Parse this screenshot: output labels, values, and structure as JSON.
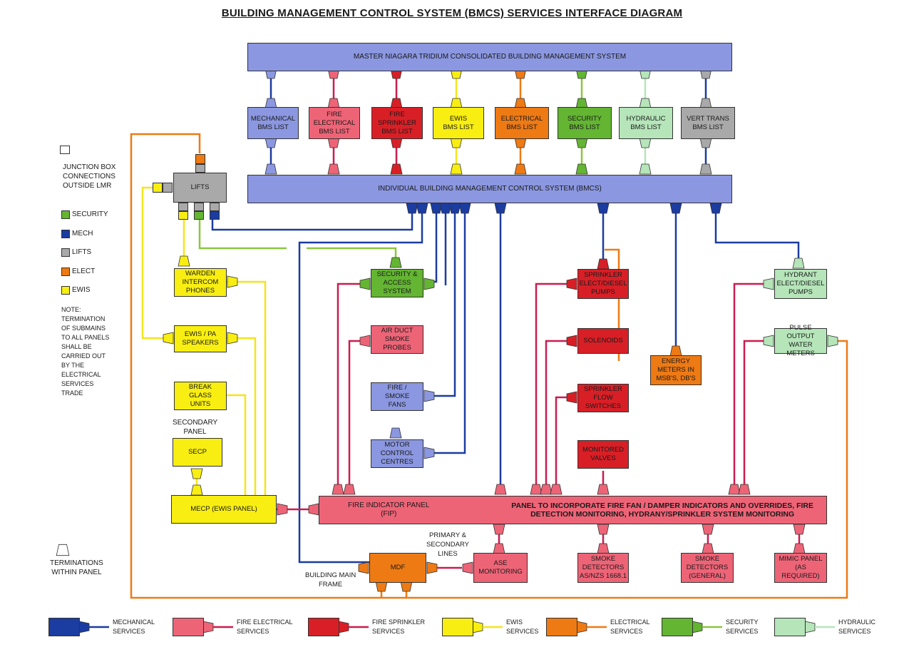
{
  "title": "BUILDING MANAGEMENT CONTROL SYSTEM (BMCS) SERVICES INTERFACE DIAGRAM",
  "colors": {
    "mech_box": "#8b97e0",
    "mech_line": "#1b3ca0",
    "fire_elec": "#ee6477",
    "fire_elec_line": "#cc1c4f",
    "fire_spr": "#d91f26",
    "ewis": "#f8ee12",
    "ewis_line": "#f5e51b",
    "elect": "#ee7a14",
    "security": "#63b532",
    "security_line": "#8bc63f",
    "hydraulic": "#b5e5b9",
    "lifts": "#a9a9a9",
    "bar": "#8b97e0"
  },
  "nodes": {
    "master": "MASTER NIAGARA TRIDIUM CONSOLIDATED BUILDING MANAGEMENT SYSTEM",
    "bmcs": "INDIVIDUAL BUILDING MANAGEMENT CONTROL SYSTEM (BMCS)",
    "lists": [
      {
        "text": "MECHANICAL\nBMS LIST",
        "color_key": "mech_box"
      },
      {
        "text": "FIRE\nELECTRICAL\nBMS LIST",
        "color_key": "fire_elec"
      },
      {
        "text": "FIRE\nSPRINKLER\nBMS LIST",
        "color_key": "fire_spr"
      },
      {
        "text": "EWIS\nBMS LIST",
        "color_key": "ewis"
      },
      {
        "text": "ELECTRICAL\nBMS LIST",
        "color_key": "elect"
      },
      {
        "text": "SECURITY\nBMS LIST",
        "color_key": "security"
      },
      {
        "text": "HYDRAULIC\nBMS LIST",
        "color_key": "hydraulic"
      },
      {
        "text": "VERT TRANS\nBMS LIST",
        "color_key": "lifts"
      }
    ],
    "lifts": "LIFTS",
    "warden": "WARDEN\nINTERCOM\nPHONES",
    "ewis_pa": "EWIS / PA\nSPEAKERS",
    "break_glass": "BREAK\nGLASS\nUNITS",
    "secondary_panel": "SECONDARY\nPANEL",
    "secp": "SECP",
    "mecp": "MECP (EWIS PANEL)",
    "security_access": "SECURITY &\nACCESS\nSYSTEM",
    "air_duct": "AIR DUCT\nSMOKE\nPROBES",
    "fire_smoke_fans": "FIRE /\nSMOKE\nFANS",
    "motor_control": "MOTOR\nCONTROL\nCENTRES",
    "sprinkler_pumps": "SPRINKLER\nELECT/DIESEL\nPUMPS",
    "solenoids": "SOLENOIDS",
    "sprinkler_flow": "SPRINKLER\nFLOW\nSWITCHES",
    "monitored_valves": "MONITORED\nVALVES",
    "energy_meters": "ENERGY\nMETERS IN\nMSB's, DB'S",
    "hydrant_pumps": "HYDRANT\nELECT/DIESEL\nPUMPS",
    "pulse_meters": "PULSE OUTPUT\nWATER METERS",
    "fip": "FIRE INDICATOR PANEL\n(FIP)",
    "panel_desc": "PANEL TO INCORPORATE FIRE FAN / DAMPER INDICATORS AND OVERRIDES, FIRE\nDETECTION MONITORING, HYDRANY/SPRINKLER SYSTEM MONITORING",
    "mdf": "MDF",
    "building_main_frame": "BUILDING MAIN\nFRAME",
    "primary_secondary": "PRIMARY &\nSECONDARY\nLINES",
    "ase": "ASE\nMONITORING",
    "smoke_as": "SMOKE\nDETECTORS\nAS/NZS 1668.1",
    "smoke_general": "SMOKE\nDETECTORS\n(GENERAL)",
    "mimic": "MIMIC PANEL\n(AS\nREQUIRED)"
  },
  "legend_left": {
    "junction_box": "JUNCTION BOX\nCONNECTIONS\nOUTSIDE LMR",
    "items": [
      {
        "label": "SECURITY",
        "color_key": "security"
      },
      {
        "label": "MECH",
        "color_key": "mech_line"
      },
      {
        "label": "LIFTS",
        "color_key": "lifts"
      },
      {
        "label": "ELECT",
        "color_key": "elect"
      },
      {
        "label": "EWIS",
        "color_key": "ewis"
      }
    ],
    "note": "NOTE:\nTERMINATION\nOF SUBMAINS\nTO ALL PANELS\nSHALL BE\nCARRIED OUT\nBY THE\nELECTRICAL\nSERVICES\nTRADE",
    "terminations": "TERMINATIONS\nWITHIN PANEL"
  },
  "legend_bottom": [
    {
      "label": "MECHANICAL\nSERVICES",
      "color_key": "mech_line",
      "box_key": "mech_line"
    },
    {
      "label": "FIRE ELECTRICAL\nSERVICES",
      "color_key": "fire_elec_line",
      "box_key": "fire_elec"
    },
    {
      "label": "FIRE SPRINKLER\nSERVICES",
      "color_key": "fire_elec_line",
      "box_key": "fire_spr"
    },
    {
      "label": "EWIS\nSERVICES",
      "color_key": "ewis_line",
      "box_key": "ewis"
    },
    {
      "label": "ELECTRICAL\nSERVICES",
      "color_key": "elect",
      "box_key": "elect"
    },
    {
      "label": "SECURITY\nSERVICES",
      "color_key": "security_line",
      "box_key": "security"
    },
    {
      "label": "HYDRAULIC\nSERVICES",
      "color_key": "hydraulic",
      "box_key": "hydraulic"
    }
  ]
}
